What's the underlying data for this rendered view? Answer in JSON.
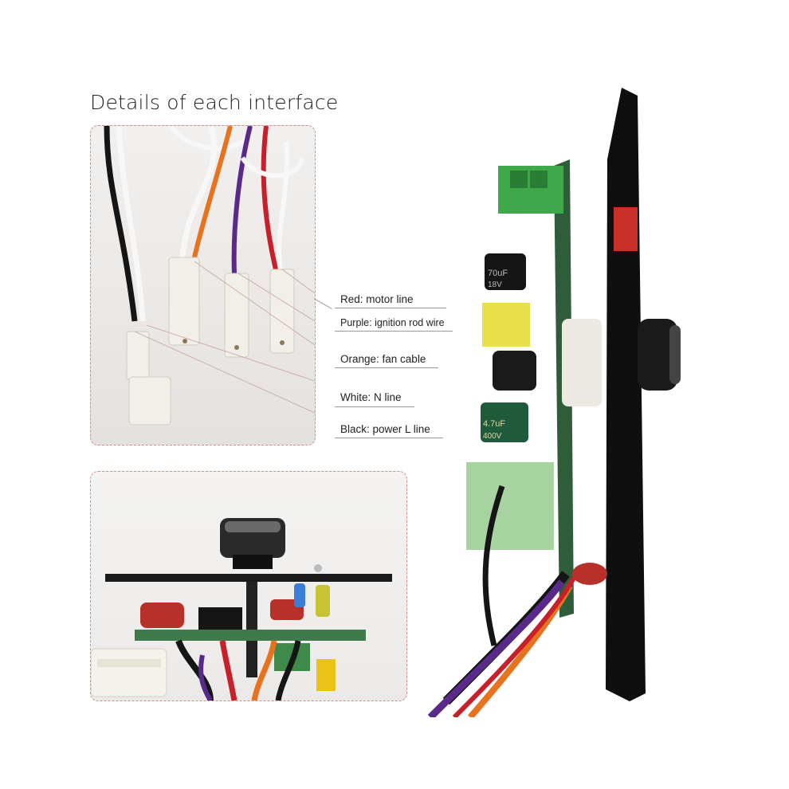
{
  "title": "Details of each interface",
  "callouts": [
    {
      "label": "Red: motor line"
    },
    {
      "label": "Purple: ignition rod wire"
    },
    {
      "label": "Orange: fan cable"
    },
    {
      "label": "White: N line"
    },
    {
      "label": "Black: power L line"
    }
  ],
  "component_text": {
    "cap_top": "70uF",
    "cap_top_v": "18V",
    "cap_green": "4.7uF",
    "cap_green_v": "400V"
  },
  "colors": {
    "panel_border": "#d98a8a",
    "wire_red": "#c8202a",
    "wire_purple": "#5a2a8a",
    "wire_orange": "#e8731e",
    "wire_white": "#f5f5f5",
    "wire_black": "#151515",
    "pcb_green": "#3f7a4a",
    "terminal_green": "#3fa84a"
  }
}
